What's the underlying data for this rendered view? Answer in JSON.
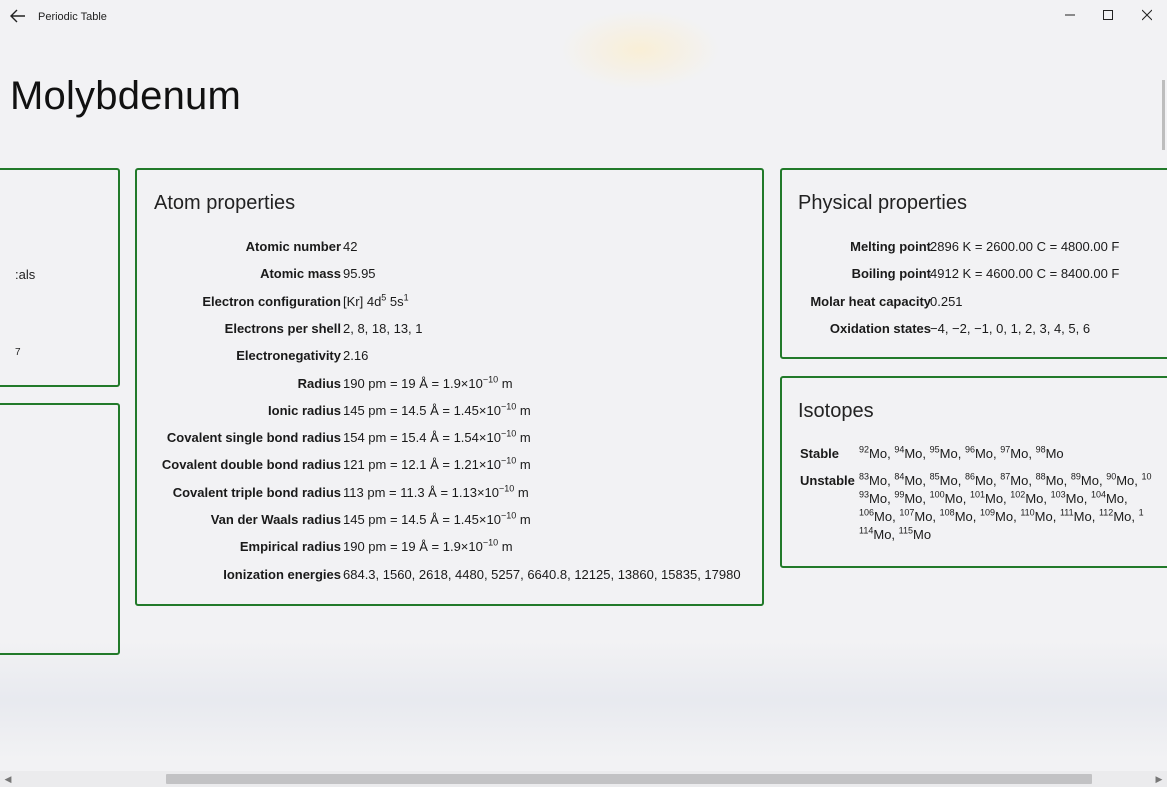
{
  "window": {
    "app_title": "Periodic Table",
    "back_icon": "back-arrow-icon",
    "minimize_icon": "minimize-icon",
    "maximize_icon": "maximize-icon",
    "close_icon": "close-icon"
  },
  "element_name": "Molybdenum",
  "left_panel_fragments": [
    ":als",
    "7"
  ],
  "colors": {
    "panel_border": "#227a2a",
    "background": "#f2f2f4"
  },
  "atom": {
    "title": "Atom properties",
    "rows": [
      {
        "label": "Atomic number",
        "value": "42"
      },
      {
        "label": "Atomic mass",
        "value": "95.95"
      },
      {
        "label": "Electron configuration",
        "value": "[Kr] 4d",
        "sup1": "5",
        "mid": " 5s",
        "sup2": "1"
      },
      {
        "label": "Electrons per shell",
        "value": "2, 8, 18, 13, 1"
      },
      {
        "label": "Electronegativity",
        "value": "2.16"
      },
      {
        "label": "Radius",
        "value": "190 pm = 19 Å = 1.9×10",
        "sup1": "−10",
        "mid": " m"
      },
      {
        "label": "Ionic radius",
        "value": "145 pm = 14.5 Å = 1.45×10",
        "sup1": "−10",
        "mid": " m"
      },
      {
        "label": "Covalent single bond radius",
        "value": "154 pm = 15.4 Å = 1.54×10",
        "sup1": "−10",
        "mid": " m"
      },
      {
        "label": "Covalent double bond radius",
        "value": "121 pm = 12.1 Å = 1.21×10",
        "sup1": "−10",
        "mid": " m"
      },
      {
        "label": "Covalent triple bond radius",
        "value": "113 pm = 11.3 Å = 1.13×10",
        "sup1": "−10",
        "mid": " m"
      },
      {
        "label": "Van der Waals radius",
        "value": "145 pm = 14.5 Å = 1.45×10",
        "sup1": "−10",
        "mid": " m"
      },
      {
        "label": "Empirical radius",
        "value": "190 pm = 19 Å = 1.9×10",
        "sup1": "−10",
        "mid": " m"
      },
      {
        "label": "Ionization energies",
        "value": "684.3, 1560, 2618, 4480, 5257, 6640.8, 12125, 13860, 15835, 17980"
      }
    ]
  },
  "physical": {
    "title": "Physical properties",
    "rows": [
      {
        "label": "Melting point",
        "value": "2896 K = 2600.00 C = 4800.00 F"
      },
      {
        "label": "Boiling point",
        "value": "4912 K = 4600.00 C = 8400.00 F"
      },
      {
        "label": "Molar heat capacity",
        "value": "0.251"
      },
      {
        "label": "Oxidation states",
        "value": "−4, −2, −1, 0, 1, 2, 3, 4, 5, 6"
      }
    ]
  },
  "isotopes": {
    "title": "Isotopes",
    "stable_label": "Stable",
    "stable": [
      "92",
      "94",
      "95",
      "96",
      "97",
      "98"
    ],
    "unstable_label": "Unstable",
    "unstable": [
      "83",
      "84",
      "85",
      "86",
      "87",
      "88",
      "89",
      "90",
      "93",
      "99",
      "100",
      "101",
      "102",
      "103",
      "104",
      "106",
      "107",
      "108",
      "109",
      "110",
      "111",
      "112",
      "114",
      "115"
    ],
    "unstable_lines": [
      [
        0,
        7
      ],
      [
        8,
        14
      ],
      [
        15,
        21
      ],
      [
        22,
        23
      ]
    ],
    "symbol": "Mo",
    "separator": ", ",
    "line1_overflow": "10",
    "line3_overflow": "1"
  }
}
